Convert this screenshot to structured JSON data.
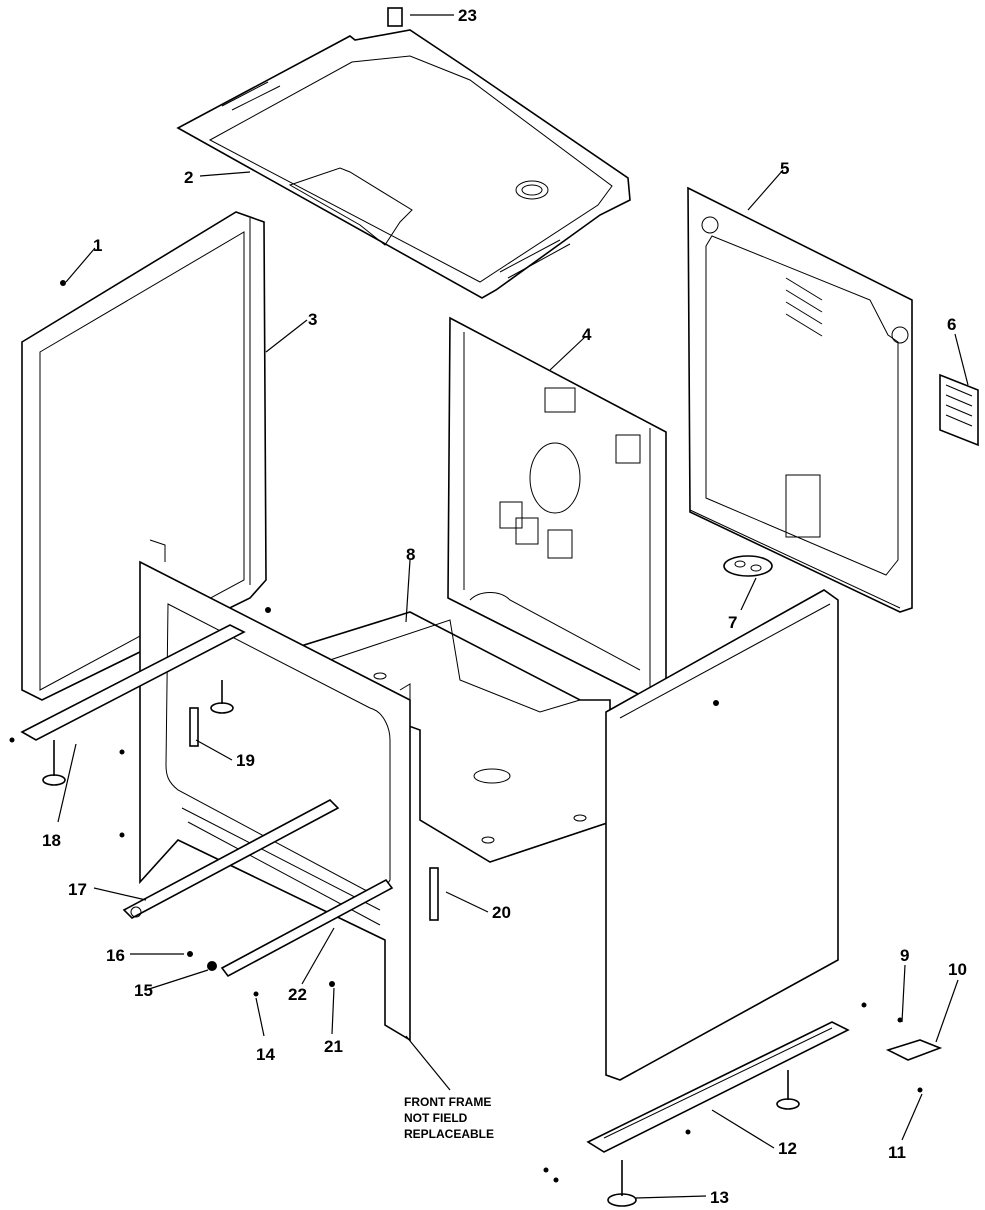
{
  "callouts": [
    {
      "id": "c1",
      "text": "1"
    },
    {
      "id": "c2",
      "text": "2"
    },
    {
      "id": "c3",
      "text": "3"
    },
    {
      "id": "c4",
      "text": "4"
    },
    {
      "id": "c5",
      "text": "5"
    },
    {
      "id": "c6",
      "text": "6"
    },
    {
      "id": "c7",
      "text": "7"
    },
    {
      "id": "c8",
      "text": "8"
    },
    {
      "id": "c9",
      "text": "9"
    },
    {
      "id": "c10",
      "text": "10"
    },
    {
      "id": "c11",
      "text": "11"
    },
    {
      "id": "c12",
      "text": "12"
    },
    {
      "id": "c13",
      "text": "13"
    },
    {
      "id": "c14",
      "text": "14"
    },
    {
      "id": "c15",
      "text": "15"
    },
    {
      "id": "c16",
      "text": "16"
    },
    {
      "id": "c17",
      "text": "17"
    },
    {
      "id": "c18",
      "text": "18"
    },
    {
      "id": "c19",
      "text": "19"
    },
    {
      "id": "c20",
      "text": "20"
    },
    {
      "id": "c21",
      "text": "21"
    },
    {
      "id": "c22",
      "text": "22"
    },
    {
      "id": "c23",
      "text": "23"
    }
  ],
  "note": {
    "line1": "FRONT FRAME",
    "line2": "NOT FIELD",
    "line3": "REPLACEABLE"
  }
}
